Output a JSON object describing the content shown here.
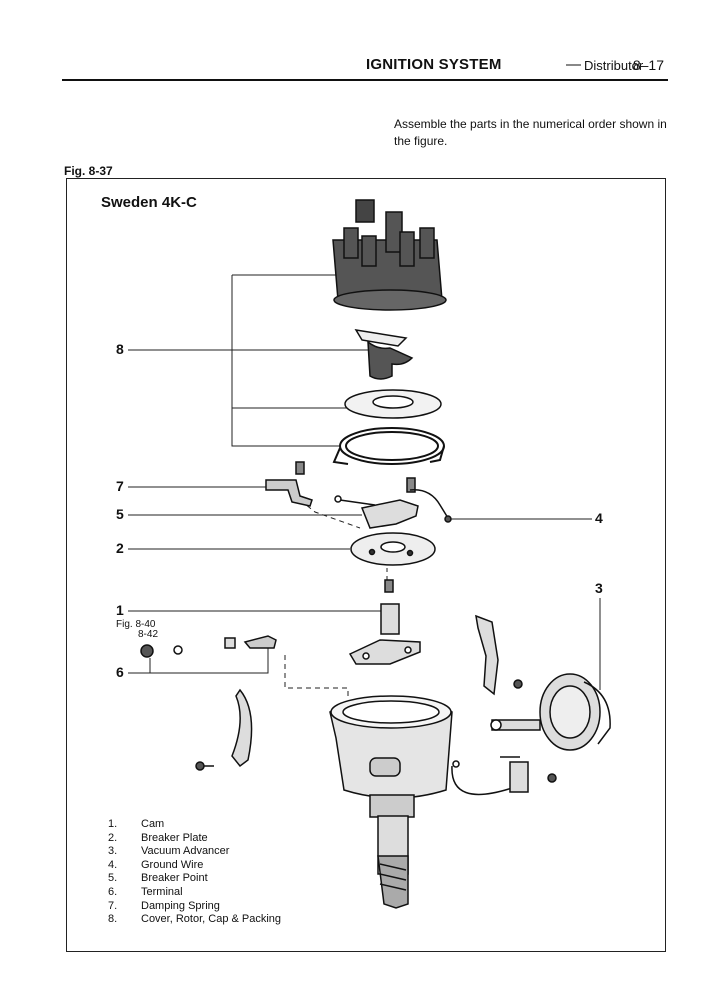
{
  "header": {
    "title": "IGNITION SYSTEM",
    "dash": "—",
    "subtitle": "Distributor",
    "page": "8–17"
  },
  "instruction": "Assemble the parts in the numerical order shown in the figure.",
  "figure": {
    "label": "Fig. 8-37",
    "variant": "Sweden 4K-C",
    "callouts": {
      "c1": "1",
      "c2": "2",
      "c3": "3",
      "c4": "4",
      "c5": "5",
      "c6": "6",
      "c7": "7",
      "c8": "8"
    },
    "ref_fig": "Fig. 8-40",
    "ref_page": "8-42"
  },
  "legend": [
    {
      "num": "1.",
      "text": "Cam"
    },
    {
      "num": "2.",
      "text": "Breaker Plate"
    },
    {
      "num": "3.",
      "text": "Vacuum Advancer"
    },
    {
      "num": "4.",
      "text": "Ground Wire"
    },
    {
      "num": "5.",
      "text": "Breaker Point"
    },
    {
      "num": "6.",
      "text": "Terminal"
    },
    {
      "num": "7.",
      "text": "Damping Spring"
    },
    {
      "num": "8.",
      "text": "Cover, Rotor, Cap & Packing"
    }
  ]
}
